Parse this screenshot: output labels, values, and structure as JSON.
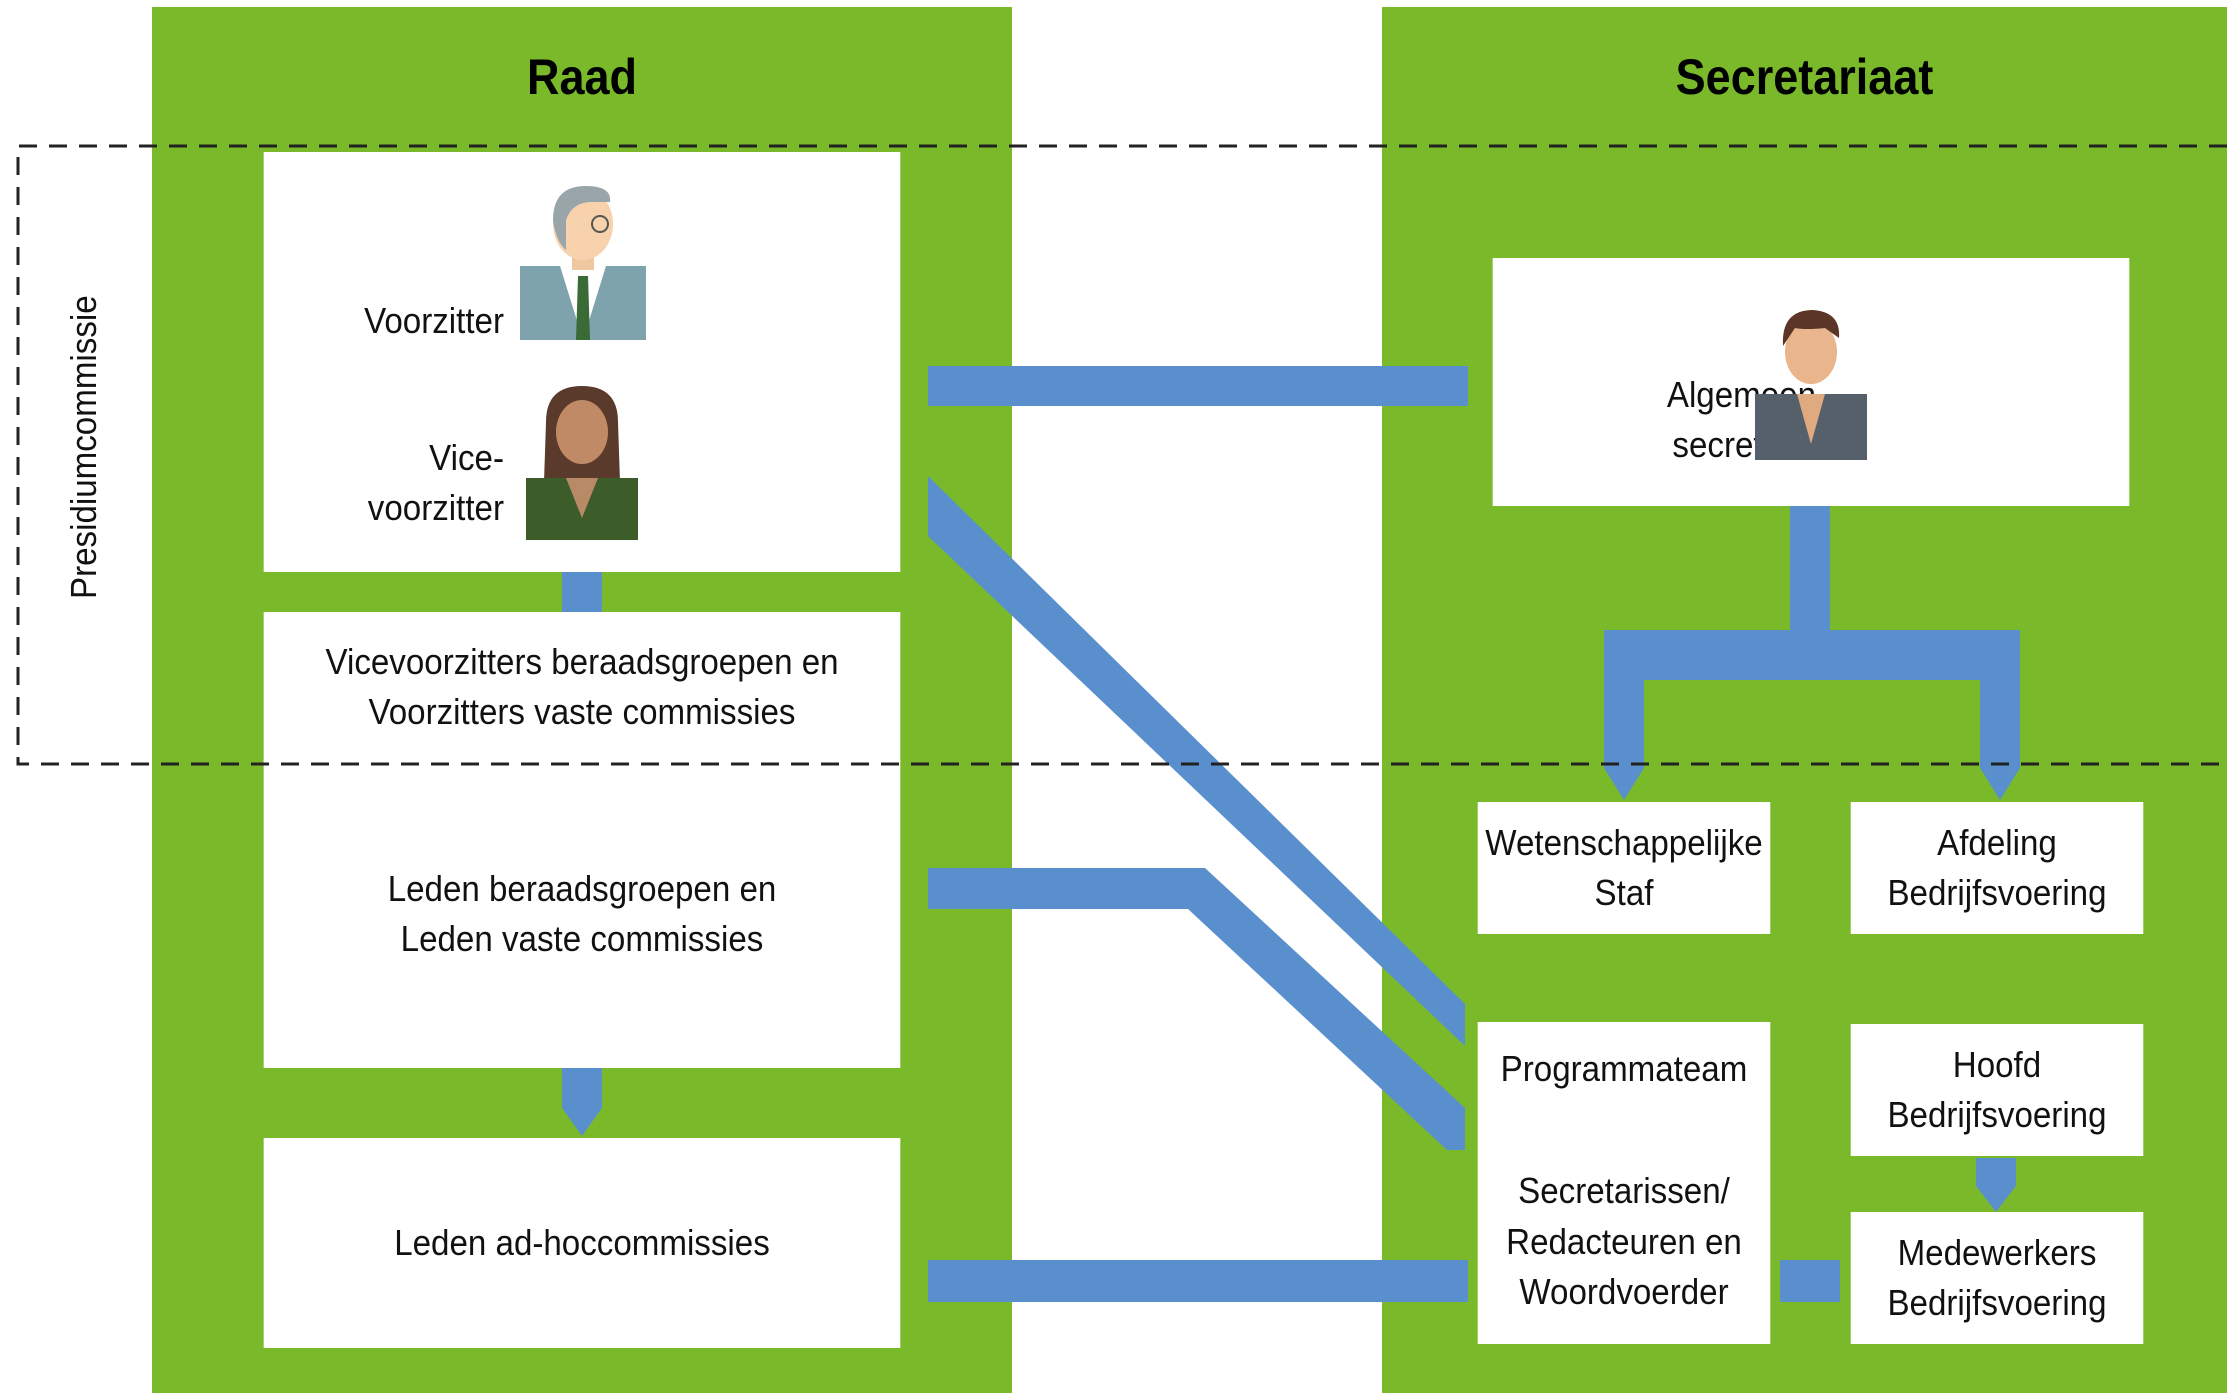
{
  "raad": {
    "title": "Raad",
    "voorzitter": "Voorzitter",
    "vicevoorzitter": "Vice-\nvoorzitter",
    "vice_boxes": "Vicevoorzitters beraadsgroepen en\nVoorzitters vaste commissies",
    "leden": "Leden beraadsgroepen en\nLeden vaste commissies",
    "adhoc": "Leden ad-hoccommissies"
  },
  "secretariaat": {
    "title": "Secretariaat",
    "algemeen": "Algemeen\nsecretaris",
    "wetenschappelijke": "Wetenschappelijke\nStaf",
    "afdeling": "Afdeling\nBedrijfsvoering",
    "programmateam": "Programmateam",
    "secretarissen": "Secretarissen/\nRedacteuren en\nWoordvoerder",
    "hoofd": "Hoofd\nBedrijfsvoering",
    "medewerkers": "Medewerkers\nBedrijfsvoering"
  },
  "presidium": "Presidiumcommissie",
  "icons": [
    "elderly-man-avatar",
    "woman-avatar",
    "man-avatar"
  ],
  "colors": {
    "panel": "#7aba2a",
    "connector": "#5a8fcd",
    "box": "#ffffff"
  }
}
